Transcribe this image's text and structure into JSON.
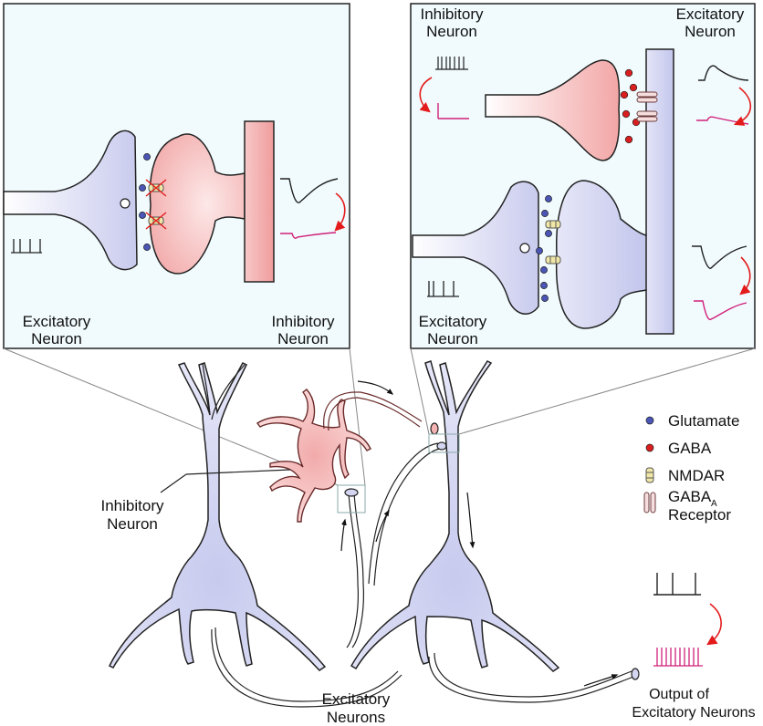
{
  "panels": {
    "left": {
      "excitatory_label_1": "Excitatory",
      "excitatory_label_2": "Neuron",
      "inhibitory_label_1": "Inhibitory",
      "inhibitory_label_2": "Neuron"
    },
    "right": {
      "inhibitory_label_1": "Inhibitory",
      "inhibitory_label_2": "Neuron",
      "excitatory_top_label_1": "Excitatory",
      "excitatory_top_label_2": "Neuron",
      "excitatory_bottom_label_1": "Excitatory",
      "excitatory_bottom_label_2": "Neuron"
    }
  },
  "main": {
    "inhibitory_label_1": "Inhibitory",
    "inhibitory_label_2": "Neuron",
    "excitatory_label_1": "Excitatory",
    "excitatory_label_2": "Neurons",
    "output_label_1": "Output of",
    "output_label_2": "Excitatory Neurons"
  },
  "legend": {
    "glutamate": "Glutamate",
    "gaba": "GABA",
    "nmdar": "NMDAR",
    "gabaa_main": "GABA",
    "gabaa_sub": "A",
    "gabaa_receptor": "Receptor"
  },
  "colors": {
    "panel_bg": "#f1fbfd",
    "excitatory_fill": "#d4d6f1",
    "inhibitory_fill": "#f4b3b3",
    "glutamate": "#4a55b5",
    "gaba": "#d81e1e",
    "nmdar": "#f0e7a6",
    "spike_red": "#d0207a",
    "arrow_red": "#e31b1b"
  }
}
